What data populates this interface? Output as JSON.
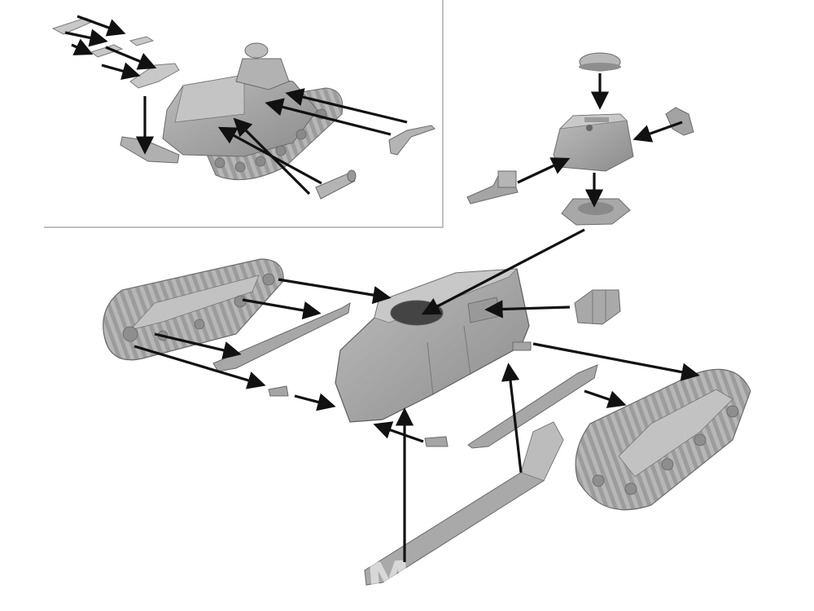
{
  "diagram": {
    "kind": "exploded-assembly",
    "colors": {
      "background": "#ffffff",
      "part_fill": "#a9a9a9",
      "part_dark": "#7e7e7e",
      "part_light": "#cdcdcd",
      "part_stroke": "#6a6a6a",
      "arrow": "#111111",
      "inset_border": "#9a9a9a"
    },
    "inset": {
      "name": "completed-tank-preview"
    },
    "parts": [
      "hull",
      "turret",
      "turret-dome",
      "turret-ring",
      "machine-gun",
      "turret-hatch-left",
      "turret-hatch-right",
      "left-track-assembly",
      "right-track-assembly",
      "left-side-skirt",
      "right-side-skirt",
      "front-plate",
      "rear-ammo-box",
      "front-towing-hook",
      "rear-axle-stud",
      "inset-tail-skid",
      "inset-exhaust-pipe",
      "inset-tow-bar"
    ],
    "watermark": {
      "text": "MODELL"
    }
  }
}
